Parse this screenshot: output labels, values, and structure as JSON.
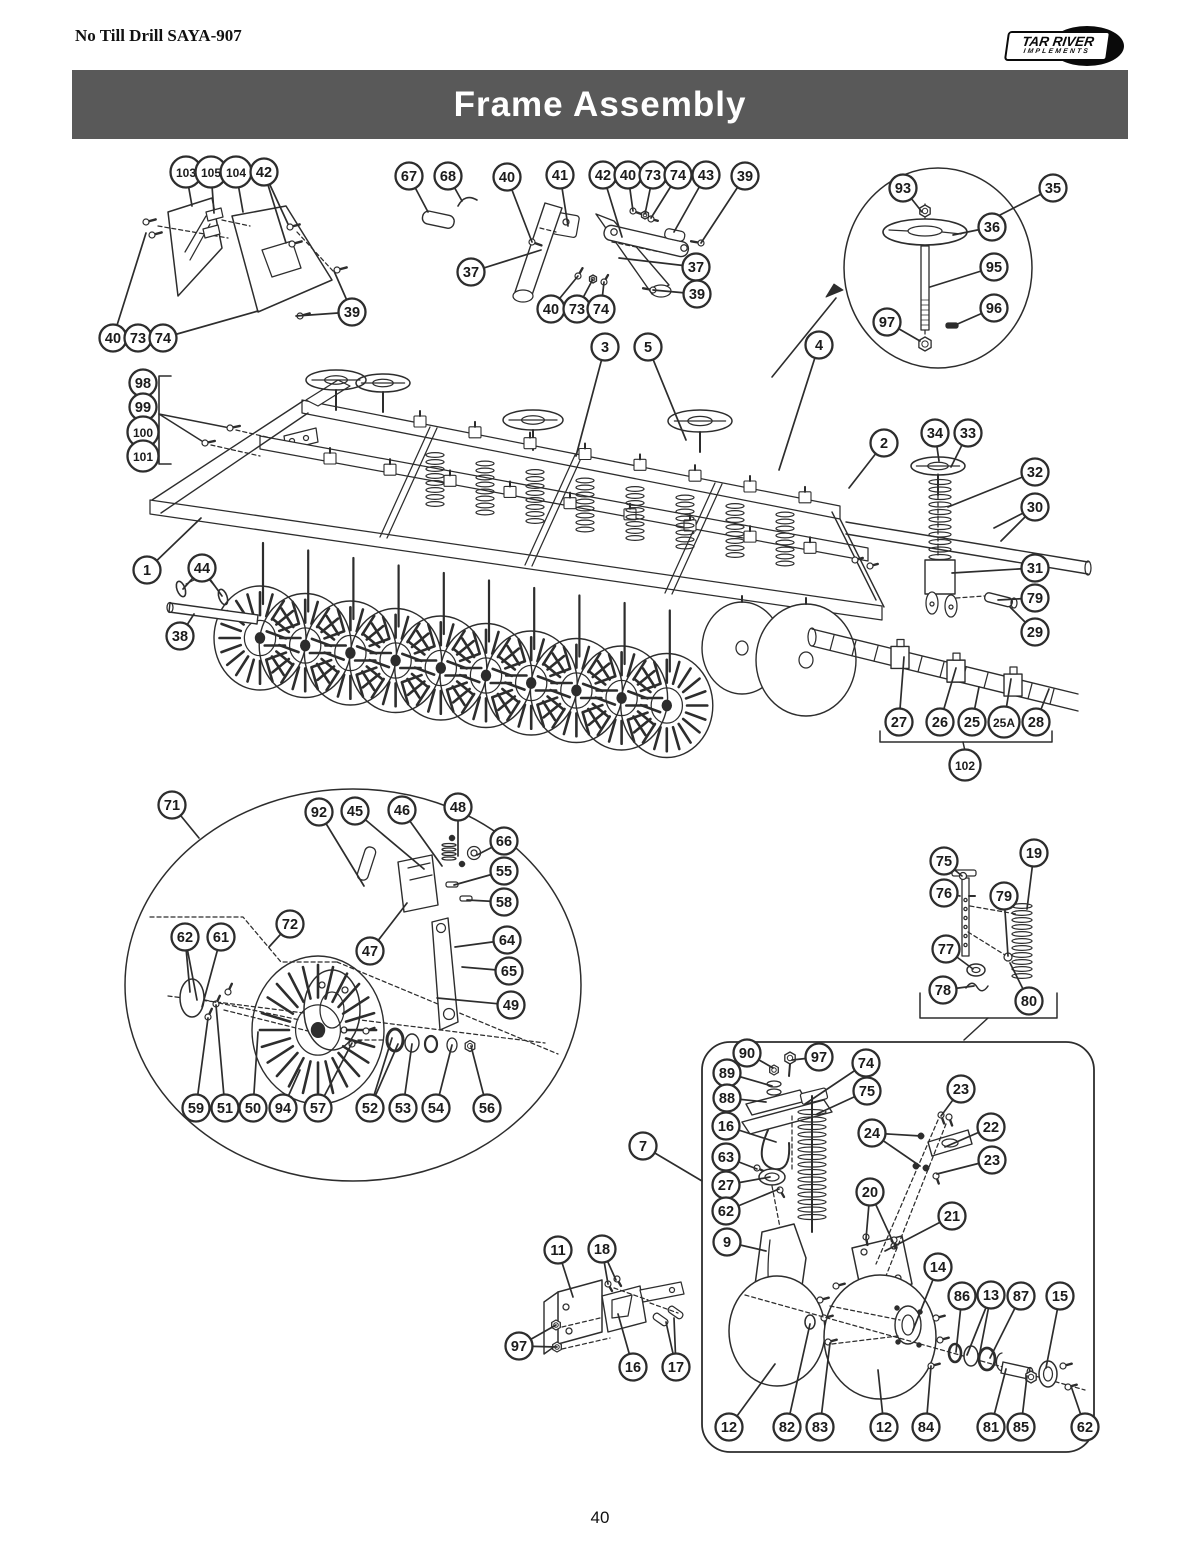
{
  "page": {
    "header_left": "No Till Drill SAYA-907",
    "title": "Frame Assembly",
    "page_number": "40"
  },
  "logo": {
    "line1": "TAR RIVER",
    "line2": "IMPLEMENTS"
  },
  "colors": {
    "title_bar_bg": "#595959",
    "title_text": "#ffffff",
    "line": "#2d2d2d",
    "balloon_fill": "#ffffff"
  },
  "diagram": {
    "balloon_format": "label, cx, cy, leader_line_targets[]",
    "balloons": [
      [
        "103",
        186,
        172,
        [
          [
            192,
            206
          ]
        ]
      ],
      [
        "105",
        211,
        172,
        [
          [
            214,
            213
          ]
        ]
      ],
      [
        "104",
        236,
        172,
        [
          [
            243,
            212
          ]
        ]
      ],
      [
        "42",
        264,
        172,
        [
          [
            288,
            224
          ],
          [
            286,
            243
          ]
        ]
      ],
      [
        "39",
        352,
        312,
        [
          [
            334,
            271
          ],
          [
            296,
            316
          ]
        ]
      ],
      [
        "40",
        113,
        338,
        [
          [
            146,
            233
          ]
        ]
      ],
      [
        "73",
        138,
        338,
        []
      ],
      [
        "74",
        163,
        338,
        [
          [
            258,
            311
          ]
        ]
      ],
      [
        "67",
        409,
        176,
        [
          [
            428,
            212
          ]
        ]
      ],
      [
        "68",
        448,
        176,
        [
          [
            462,
            201
          ]
        ]
      ],
      [
        "40",
        507,
        177,
        [
          [
            532,
            242
          ]
        ]
      ],
      [
        "41",
        560,
        175,
        [
          [
            568,
            226
          ]
        ]
      ],
      [
        "42",
        603,
        175,
        [
          [
            622,
            237
          ]
        ]
      ],
      [
        "40",
        628,
        175,
        [
          [
            633,
            211
          ]
        ]
      ],
      [
        "73",
        653,
        175,
        [
          [
            645,
            214
          ]
        ]
      ],
      [
        "74",
        678,
        175,
        [
          [
            651,
            218
          ]
        ]
      ],
      [
        "43",
        706,
        175,
        [
          [
            674,
            232
          ]
        ]
      ],
      [
        "39",
        745,
        176,
        [
          [
            701,
            243
          ]
        ]
      ],
      [
        "37",
        471,
        272,
        [
          [
            541,
            250
          ]
        ]
      ],
      [
        "37",
        696,
        267,
        [
          [
            619,
            258
          ]
        ]
      ],
      [
        "39",
        697,
        294,
        [
          [
            653,
            290
          ]
        ]
      ],
      [
        "40",
        551,
        309,
        [
          [
            578,
            276
          ]
        ]
      ],
      [
        "73",
        577,
        309,
        [
          [
            593,
            279
          ]
        ]
      ],
      [
        "74",
        601,
        309,
        [
          [
            604,
            282
          ]
        ]
      ],
      [
        "93",
        903,
        188,
        [
          [
            922,
            212
          ]
        ]
      ],
      [
        "35",
        1053,
        188,
        [
          [
            1000,
            215
          ]
        ]
      ],
      [
        "36",
        992,
        227,
        [
          [
            953,
            235
          ]
        ]
      ],
      [
        "95",
        994,
        267,
        [
          [
            930,
            287
          ]
        ]
      ],
      [
        "96",
        994,
        308,
        [
          [
            953,
            326
          ]
        ]
      ],
      [
        "97",
        887,
        322,
        [
          [
            920,
            341
          ]
        ]
      ],
      [
        "3",
        605,
        347,
        [
          [
            576,
            456
          ]
        ]
      ],
      [
        "5",
        648,
        347,
        [
          [
            686,
            440
          ]
        ]
      ],
      [
        "4",
        819,
        345,
        [
          [
            779,
            470
          ]
        ]
      ],
      [
        "2",
        884,
        443,
        [
          [
            849,
            488
          ]
        ]
      ],
      [
        "34",
        935,
        433,
        [
          [
            939,
            461
          ]
        ]
      ],
      [
        "33",
        968,
        433,
        [
          [
            951,
            467
          ]
        ]
      ],
      [
        "32",
        1035,
        472,
        [
          [
            948,
            507
          ]
        ]
      ],
      [
        "30",
        1035,
        507,
        [
          [
            994,
            528
          ],
          [
            1001,
            541
          ]
        ]
      ],
      [
        "31",
        1035,
        568,
        [
          [
            952,
            573
          ]
        ]
      ],
      [
        "79",
        1035,
        598,
        [
          [
            998,
            600
          ]
        ]
      ],
      [
        "29",
        1035,
        632,
        [
          [
            1010,
            607
          ]
        ]
      ],
      [
        "98",
        143,
        383,
        []
      ],
      [
        "99",
        143,
        407,
        []
      ],
      [
        "100",
        143,
        432,
        []
      ],
      [
        "101",
        143,
        456,
        []
      ],
      [
        "1",
        147,
        570,
        [
          [
            201,
            518
          ]
        ]
      ],
      [
        "44",
        202,
        568,
        [
          [
            183,
            589
          ],
          [
            222,
            596
          ]
        ]
      ],
      [
        "38",
        180,
        636,
        [
          [
            194,
            614
          ]
        ]
      ],
      [
        "27",
        899,
        722,
        [
          [
            904,
            657
          ]
        ]
      ],
      [
        "26",
        940,
        722,
        [
          [
            956,
            668
          ]
        ]
      ],
      [
        "25",
        972,
        722,
        [
          [
            979,
            687
          ]
        ]
      ],
      [
        "25A",
        1004,
        722,
        [
          [
            1011,
            679
          ]
        ]
      ],
      [
        "28",
        1036,
        722,
        [
          [
            1049,
            689
          ]
        ]
      ],
      [
        "102",
        965,
        765,
        []
      ],
      [
        "71",
        172,
        805,
        [
          [
            199,
            838
          ]
        ]
      ],
      [
        "92",
        319,
        812,
        [
          [
            364,
            886
          ]
        ]
      ],
      [
        "45",
        355,
        811,
        [
          [
            424,
            869
          ]
        ]
      ],
      [
        "46",
        402,
        810,
        [
          [
            442,
            866
          ]
        ]
      ],
      [
        "48",
        458,
        807,
        [
          [
            458,
            856
          ]
        ]
      ],
      [
        "66",
        504,
        841,
        [
          [
            477,
            855
          ]
        ]
      ],
      [
        "55",
        504,
        871,
        [
          [
            454,
            885
          ]
        ]
      ],
      [
        "58",
        504,
        902,
        [
          [
            467,
            900
          ]
        ]
      ],
      [
        "72",
        290,
        924,
        [
          [
            269,
            947
          ]
        ]
      ],
      [
        "62",
        185,
        937,
        [
          [
            190,
            992
          ],
          [
            197,
            1000
          ]
        ]
      ],
      [
        "61",
        221,
        937,
        [
          [
            202,
            1007
          ]
        ]
      ],
      [
        "47",
        370,
        951,
        [
          [
            407,
            903
          ]
        ]
      ],
      [
        "64",
        507,
        940,
        [
          [
            455,
            947
          ]
        ]
      ],
      [
        "65",
        509,
        971,
        [
          [
            462,
            967
          ]
        ]
      ],
      [
        "49",
        511,
        1005,
        [
          [
            437,
            998
          ]
        ]
      ],
      [
        "59",
        196,
        1108,
        [
          [
            208,
            1018
          ]
        ]
      ],
      [
        "51",
        225,
        1108,
        [
          [
            216,
            1005
          ]
        ]
      ],
      [
        "50",
        253,
        1108,
        [
          [
            258,
            1032
          ]
        ]
      ],
      [
        "94",
        283,
        1108,
        [
          [
            300,
            1070
          ]
        ]
      ],
      [
        "57",
        318,
        1108,
        [
          [
            352,
            1043
          ]
        ]
      ],
      [
        "52",
        370,
        1108,
        [
          [
            392,
            1038
          ],
          [
            398,
            1044
          ]
        ]
      ],
      [
        "53",
        403,
        1108,
        [
          [
            412,
            1044
          ]
        ]
      ],
      [
        "54",
        436,
        1108,
        [
          [
            452,
            1045
          ]
        ]
      ],
      [
        "56",
        487,
        1108,
        [
          [
            471,
            1046
          ]
        ]
      ],
      [
        "75",
        944,
        861,
        [
          [
            962,
            876
          ]
        ]
      ],
      [
        "19",
        1034,
        853,
        [
          [
            1027,
            909
          ]
        ]
      ],
      [
        "76",
        944,
        893,
        [
          [
            960,
            896
          ]
        ]
      ],
      [
        "79",
        1004,
        896,
        [
          [
            1008,
            956
          ]
        ]
      ],
      [
        "77",
        946,
        949,
        [
          [
            973,
            969
          ]
        ]
      ],
      [
        "78",
        943,
        990,
        [
          [
            974,
            986
          ]
        ]
      ],
      [
        "80",
        1029,
        1001,
        [
          [
            1010,
            963
          ]
        ]
      ],
      [
        "7",
        643,
        1146,
        [
          [
            702,
            1181
          ]
        ]
      ],
      [
        "90",
        747,
        1053,
        [
          [
            773,
            1068
          ]
        ]
      ],
      [
        "97",
        819,
        1057,
        [
          [
            792,
            1060
          ]
        ]
      ],
      [
        "89",
        727,
        1073,
        [
          [
            772,
            1086
          ]
        ]
      ],
      [
        "88",
        727,
        1098,
        [
          [
            766,
            1102
          ]
        ]
      ],
      [
        "74",
        866,
        1063,
        [
          [
            805,
            1104
          ]
        ]
      ],
      [
        "75",
        867,
        1091,
        [
          [
            817,
            1114
          ]
        ]
      ],
      [
        "16",
        726,
        1126,
        [
          [
            776,
            1142
          ]
        ]
      ],
      [
        "63",
        726,
        1157,
        [
          [
            757,
            1169
          ]
        ]
      ],
      [
        "27",
        726,
        1185,
        [
          [
            770,
            1177
          ]
        ]
      ],
      [
        "62",
        726,
        1211,
        [
          [
            779,
            1189
          ]
        ]
      ],
      [
        "9",
        727,
        1242,
        [
          [
            766,
            1251
          ]
        ]
      ],
      [
        "24",
        872,
        1133,
        [
          [
            921,
            1136
          ],
          [
            920,
            1166
          ]
        ]
      ],
      [
        "23",
        961,
        1089,
        [
          [
            941,
            1116
          ]
        ]
      ],
      [
        "22",
        991,
        1127,
        [
          [
            945,
            1147
          ]
        ]
      ],
      [
        "23",
        992,
        1160,
        [
          [
            937,
            1174
          ]
        ]
      ],
      [
        "20",
        870,
        1192,
        [
          [
            866,
            1239
          ],
          [
            893,
            1242
          ]
        ]
      ],
      [
        "21",
        952,
        1216,
        [
          [
            885,
            1251
          ]
        ]
      ],
      [
        "14",
        938,
        1267,
        [
          [
            913,
            1330
          ]
        ]
      ],
      [
        "86",
        962,
        1296,
        [
          [
            956,
            1352
          ]
        ]
      ],
      [
        "13",
        991,
        1295,
        [
          [
            967,
            1355
          ],
          [
            979,
            1357
          ]
        ]
      ],
      [
        "87",
        1021,
        1296,
        [
          [
            990,
            1358
          ]
        ]
      ],
      [
        "15",
        1060,
        1296,
        [
          [
            1046,
            1368
          ]
        ]
      ],
      [
        "12",
        729,
        1427,
        [
          [
            775,
            1364
          ]
        ]
      ],
      [
        "82",
        787,
        1427,
        [
          [
            810,
            1324
          ]
        ]
      ],
      [
        "83",
        820,
        1427,
        [
          [
            830,
            1343
          ]
        ]
      ],
      [
        "12",
        884,
        1427,
        [
          [
            878,
            1370
          ]
        ]
      ],
      [
        "84",
        926,
        1427,
        [
          [
            931,
            1366
          ]
        ]
      ],
      [
        "81",
        991,
        1427,
        [
          [
            1006,
            1369
          ]
        ]
      ],
      [
        "85",
        1021,
        1427,
        [
          [
            1027,
            1376
          ]
        ]
      ],
      [
        "62",
        1085,
        1427,
        [
          [
            1071,
            1386
          ]
        ]
      ],
      [
        "11",
        558,
        1250,
        [
          [
            573,
            1297
          ]
        ]
      ],
      [
        "18",
        602,
        1249,
        [
          [
            608,
            1284
          ],
          [
            616,
            1280
          ]
        ]
      ],
      [
        "97",
        519,
        1346,
        [
          [
            556,
            1325
          ],
          [
            557,
            1347
          ]
        ]
      ],
      [
        "16",
        633,
        1367,
        [
          [
            618,
            1314
          ]
        ]
      ],
      [
        "17",
        676,
        1367,
        [
          [
            666,
            1322
          ],
          [
            674,
            1318
          ]
        ]
      ]
    ]
  }
}
